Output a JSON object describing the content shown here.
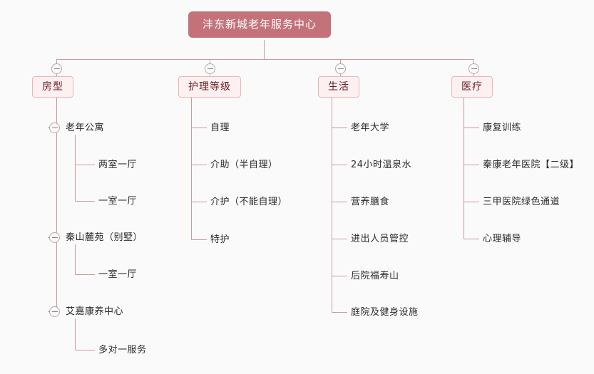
{
  "diagram": {
    "type": "mind-map-tree",
    "title": "沣东新城老年服务中心",
    "colors": {
      "background": "#fbfafa",
      "root_fill": "#c4727a",
      "root_text": "#ffffff",
      "branch_fill": "#fdf0f0",
      "branch_border": "#e8b7b7",
      "branch_text": "#6b1f24",
      "link": "#c99a9a",
      "leaf_text": "#2b2b2b",
      "toggle_border": "#b5a8a8"
    },
    "root": {
      "label": "沣东新城老年服务中心",
      "toggle_icon": "collapse-minus-icon"
    },
    "branches": [
      {
        "label": "房型",
        "toggle_icon": "collapse-minus-icon",
        "children": [
          {
            "label": "老年公寓",
            "toggle_icon": "collapse-minus-icon",
            "children": [
              {
                "label": "两室一厅"
              },
              {
                "label": "一室一厅"
              }
            ]
          },
          {
            "label": "秦山麓苑（别墅）",
            "toggle_icon": "collapse-minus-icon",
            "children": [
              {
                "label": "一室一厅"
              }
            ]
          },
          {
            "label": "艾嘉康养中心",
            "toggle_icon": "collapse-minus-icon",
            "children": [
              {
                "label": "多对一服务"
              }
            ]
          }
        ]
      },
      {
        "label": "护理等级",
        "toggle_icon": "collapse-minus-icon",
        "children": [
          {
            "label": "自理"
          },
          {
            "label": "介助（半自理）"
          },
          {
            "label": "介护（不能自理）"
          },
          {
            "label": "特护"
          }
        ]
      },
      {
        "label": "生活",
        "toggle_icon": "collapse-minus-icon",
        "children": [
          {
            "label": "老年大学"
          },
          {
            "label": "24小时温泉水"
          },
          {
            "label": "营养膳食"
          },
          {
            "label": "进出人员管控"
          },
          {
            "label": "后院福寿山"
          },
          {
            "label": "庭院及健身设施"
          }
        ]
      },
      {
        "label": "医疗",
        "toggle_icon": "collapse-minus-icon",
        "children": [
          {
            "label": "康复训练"
          },
          {
            "label": "秦康老年医院【二级】"
          },
          {
            "label": "三甲医院绿色通道"
          },
          {
            "label": "心理辅导"
          }
        ]
      }
    ]
  }
}
